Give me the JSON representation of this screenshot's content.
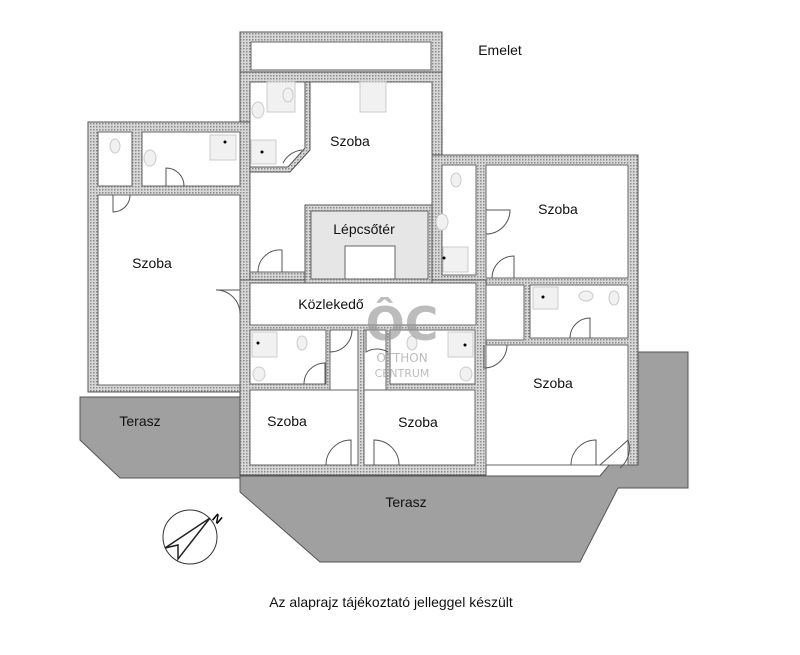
{
  "floor_label": "Emelet",
  "rooms": {
    "left_room": "Szoba",
    "top_center_room": "Szoba",
    "stairwell": "Lépcsőtér",
    "corridor": "Közlekedő",
    "right_top_room": "Szoba",
    "right_bottom_room": "Szoba",
    "bottom_left_room": "Szoba",
    "bottom_mid_room": "Szoba",
    "left_terrace": "Terasz",
    "bottom_terrace": "Terasz"
  },
  "compass": {
    "north_label": "N"
  },
  "watermark": {
    "logo": "ÔC",
    "line1": "OTTHON",
    "line2": "CENTRUM"
  },
  "caption": "Az alaprajz tájékoztató jelleggel készült",
  "colors": {
    "terrace": "#a0a0a0",
    "stair": "#e6e6e6",
    "wall": "#bdbdbd"
  }
}
